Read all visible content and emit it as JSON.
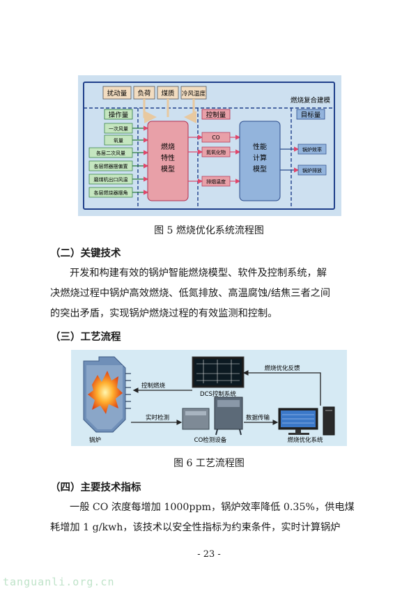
{
  "figure5": {
    "caption": "图 5  燃烧优化系统流程图",
    "top_inputs": [
      "扰动量",
      "负荷",
      "煤质",
      "冷风温度"
    ],
    "model_title": "燃烧复合建模",
    "sections": {
      "operate": "操作量",
      "control": "控制量",
      "target": "目标量"
    },
    "operate_items": [
      "一次风量",
      "氧量",
      "各层二次风量",
      "各层燃器摆偏置",
      "磨煤机出口风温",
      "各层燃烧器摆角"
    ],
    "combustion_model": [
      "燃烧",
      "特性",
      "模型"
    ],
    "control_items": [
      "CO",
      "氮氧化物",
      "排烟温度"
    ],
    "perf_model": [
      "性能",
      "计算",
      "模型"
    ],
    "target_items": [
      "锅炉效率",
      "锅炉排放"
    ]
  },
  "section2": {
    "heading": "（二）关键技术",
    "line1": "开发和构建有效的锅炉智能燃烧模型、软件及控制系统，解",
    "line2": "决燃烧过程中锅炉高效燃烧、低氮排放、高温腐蚀/结焦三者之间",
    "line3": "的突出矛盾，实现锅炉燃烧过程的有效监测和控制。"
  },
  "section3": {
    "heading": "（三）工艺流程"
  },
  "figure6": {
    "caption": "图 6  工艺流程图",
    "labels": {
      "boiler": "锅炉",
      "control_combustion": "控制燃烧",
      "dcs": "DCS控制系统",
      "feedback": "燃烧优化反馈",
      "realtime": "实时检测",
      "co_device": "CO检测设备",
      "transfer": "数据传输",
      "optimization": "燃烧优化系统"
    }
  },
  "section4": {
    "heading": "（四）主要技术指标",
    "line1": "一般 CO 浓度每增加 1000ppm，锅炉效率降低 0.35%，供电煤",
    "line2": "耗增加 1 g/kwh，该技术以安全性指标为约束条件，实时计算锅炉"
  },
  "page_number": "- 23 -",
  "watermark": "tanguanli.org.cn",
  "colors": {
    "diagram_bg": "#cde0f0",
    "process_bg": "#d6eaf4",
    "model_red": "#e8a0a8",
    "model_blue": "#93b4dc",
    "green_box": "#c5e6c0",
    "tan_box": "#f2dcc0",
    "arrow_red": "#e0466a"
  }
}
